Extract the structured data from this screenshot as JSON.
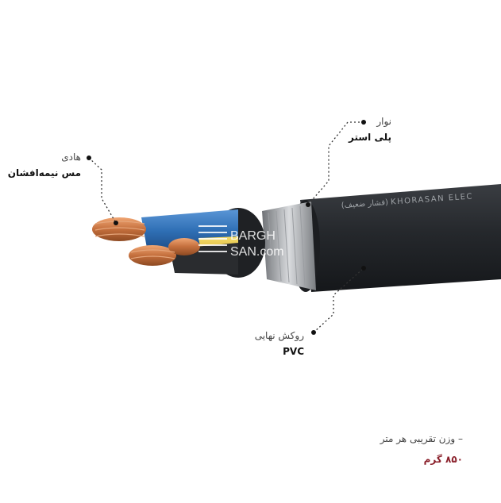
{
  "labels": {
    "conductor": {
      "title": "هادی",
      "value": "مس نیمه‌افشان"
    },
    "tape": {
      "title": "نوار",
      "value": "پلی استر"
    },
    "sheath": {
      "title": "روکش نهایی",
      "value": "PVC"
    }
  },
  "weight": {
    "title": "وزن تقریبی هر متر",
    "value": "۸۵۰ گرم"
  },
  "cable_print": "(فشار ضعیف) KHORASAN ELEC",
  "watermark": {
    "line1": "BARGH",
    "line2": "SAN.com"
  },
  "colors": {
    "sheath": "#2b2e32",
    "copper": "#c97b4a",
    "blue_core": "#2f6fb5",
    "yellow_core": "#e2c23a",
    "accent": "#8a1f2a"
  }
}
